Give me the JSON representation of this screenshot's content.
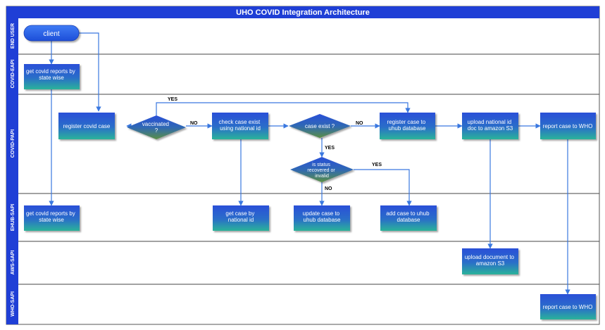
{
  "title": "UHO COVID Integration Architecture",
  "lanes": {
    "end_user": "END USER",
    "covid_eapi": "COVID-EAPI",
    "covid_papi": "COVID-PAPI",
    "ehub_sapi": "EHUB-SAPI",
    "aws_sapi": "AWS-SAPI",
    "who_sapi": "WHO-SAPI"
  },
  "nodes": {
    "client": "client",
    "get_reports_eapi": [
      "get covid reports by",
      "state wise"
    ],
    "register_case": [
      "register covid case"
    ],
    "vaccinated": [
      "vaccinated",
      "?"
    ],
    "check_case": [
      "check case exist",
      "using national id"
    ],
    "case_exist": [
      "case exist ?"
    ],
    "register_uhub": [
      "register case to",
      "uhub database"
    ],
    "upload_doc_papi": [
      "upload national id",
      "doc to amazon S3"
    ],
    "report_who_papi": [
      "report case to WHO"
    ],
    "status_check": [
      "is status",
      "recovered or",
      "invalid"
    ],
    "get_reports_ehub": [
      "get covid reports by",
      "state wise"
    ],
    "get_case": [
      "get case by",
      "national id"
    ],
    "update_case": [
      "update case to",
      "uhub database"
    ],
    "add_case": [
      "add case to uhub",
      "database"
    ],
    "upload_doc_aws": [
      "upload document to",
      "amazon S3"
    ],
    "report_who_sapi": [
      "report case to WHO"
    ]
  },
  "edge_labels": {
    "vaccinated_yes": "YES",
    "vaccinated_no": "NO",
    "case_exist_no": "NO",
    "case_exist_yes": "YES",
    "status_yes": "YES",
    "status_no": "NO"
  },
  "colors": {
    "title_bar": "#1f3fd6",
    "lane_header": "#1f3fd6",
    "node_top": "#2a4fd8",
    "node_bottom": "#2bb39a",
    "diamond_top": "#2a4fd8",
    "diamond_bottom": "#4f8f5a",
    "client_fill": "#1f5ff0",
    "edge": "#3a78e0"
  }
}
